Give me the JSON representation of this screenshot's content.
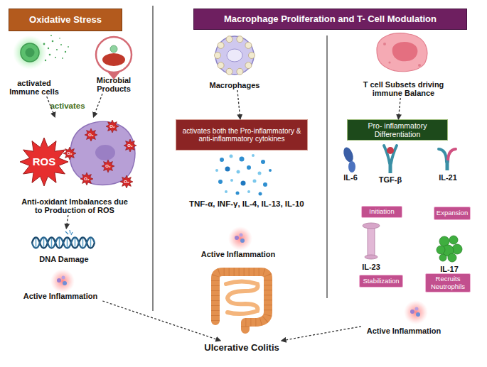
{
  "diagram": {
    "nodes": [
      {
        "text": [
          "Oxidative Stress"
        ]
      },
      {
        "text": [
          "activated Immune cells"
        ]
      },
      {
        "text": [
          "Microbial Products"
        ]
      },
      {
        "text": [
          "Anti-oxidant Imbalances due to Production of ROS"
        ]
      },
      {
        "text": [
          "DNA Damage"
        ]
      },
      {
        "text": [
          "Active Inflammation"
        ]
      },
      {
        "text": [
          "Macrophage Proliferation and T- Cell Modulation"
        ]
      },
      {
        "text": [
          "Macrophages"
        ]
      },
      {
        "text": [
          "activates both the Pro-inflammatory & anti-inflammatory cytokines"
        ]
      },
      {
        "text": [
          "Ulcerative Colitis"
        ]
      },
      {
        "text": [
          "T cell Subsets driving immune Balance"
        ]
      },
      {
        "text": [
          "Pro- inflammatory Differentiation"
        ]
      },
      {
        "text": [
          "Initiation"
        ]
      },
      {
        "text": [
          "Expansion"
        ]
      },
      {
        "text": [
          "Stabilization"
        ]
      },
      {
        "text": [
          "Recruits Neutrophils"
        ]
      },
      {
        "text": [
          "Active Inflammation"
        ]
      }
    ],
    "edges": [
      {
        "from": 1,
        "to": 3,
        "arrow": "to"
      },
      {
        "from": 2,
        "to": 3,
        "arrow": "to"
      },
      {
        "from": 3,
        "to": 4,
        "arrow": "to"
      },
      {
        "from": 5,
        "to": 9,
        "arrow": "to"
      },
      {
        "from": 7,
        "to": 8,
        "arrow": "to"
      },
      {
        "from": 10,
        "to": 11,
        "arrow": "to"
      },
      {
        "from": 16,
        "to": 9,
        "arrow": "to"
      }
    ],
    "labels": [
      "activates",
      "ROS",
      "O₂",
      "O₂",
      "O₂",
      "O₂",
      "O₂",
      "O₂",
      "O₂",
      "TNF-α, INF-γ, IL-4, IL-13, IL-10",
      "Active Inflammation",
      "IL-6",
      "TGF-β",
      "IL-21",
      "IL-23",
      "IL-17"
    ]
  }
}
